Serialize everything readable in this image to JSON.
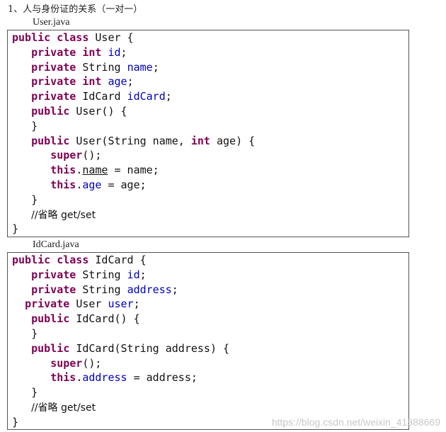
{
  "heading": "1、人与身份证的关系（一对一）",
  "files": [
    {
      "name": "User.java",
      "lines": [
        [
          [
            "kw",
            "public class "
          ],
          [
            "t",
            "User {"
          ]
        ],
        [
          [
            "t",
            "   "
          ],
          [
            "kw",
            "private int "
          ],
          [
            "f",
            "id"
          ],
          [
            "t",
            ";"
          ]
        ],
        [
          [
            "t",
            "   "
          ],
          [
            "kw",
            "private "
          ],
          [
            "t",
            "String "
          ],
          [
            "f",
            "name"
          ],
          [
            "t",
            ";"
          ]
        ],
        [
          [
            "t",
            "   "
          ],
          [
            "kw",
            "private int "
          ],
          [
            "f",
            "age"
          ],
          [
            "t",
            ";"
          ]
        ],
        [
          [
            "t",
            "   "
          ],
          [
            "kw",
            "private "
          ],
          [
            "t",
            "IdCard "
          ],
          [
            "f",
            "idCard"
          ],
          [
            "t",
            ";"
          ]
        ],
        [
          [
            "t",
            "   "
          ],
          [
            "kw",
            "public "
          ],
          [
            "t",
            "User() {"
          ]
        ],
        [
          [
            "t",
            "   }"
          ]
        ],
        [
          [
            "t",
            "   "
          ],
          [
            "kw",
            "public "
          ],
          [
            "t",
            "User(String name, "
          ],
          [
            "kw",
            "int "
          ],
          [
            "t",
            "age) {"
          ]
        ],
        [
          [
            "t",
            "      "
          ],
          [
            "kw",
            "super"
          ],
          [
            "t",
            "();"
          ]
        ],
        [
          [
            "t",
            "      "
          ],
          [
            "kw",
            "this"
          ],
          [
            "t",
            "."
          ],
          [
            "u",
            "name"
          ],
          [
            "t",
            " = name;"
          ]
        ],
        [
          [
            "t",
            "      "
          ],
          [
            "kw",
            "this"
          ],
          [
            "t",
            "."
          ],
          [
            "f",
            "age"
          ],
          [
            "t",
            " = age;"
          ]
        ],
        [
          [
            "t",
            "   }"
          ]
        ],
        [
          [
            "t",
            "   "
          ],
          [
            "c",
            "//省略 get/set"
          ]
        ],
        [
          [
            "t",
            "}"
          ]
        ]
      ]
    },
    {
      "name": "IdCard.java",
      "lines": [
        [
          [
            "kw",
            "public class "
          ],
          [
            "t",
            "IdCard {"
          ]
        ],
        [
          [
            "t",
            "   "
          ],
          [
            "kw",
            "private "
          ],
          [
            "t",
            "String "
          ],
          [
            "f",
            "id"
          ],
          [
            "t",
            ";"
          ]
        ],
        [
          [
            "t",
            "   "
          ],
          [
            "kw",
            "private "
          ],
          [
            "t",
            "String "
          ],
          [
            "f",
            "address"
          ],
          [
            "t",
            ";"
          ]
        ],
        [
          [
            "t",
            "  "
          ],
          [
            "kw",
            "private "
          ],
          [
            "t",
            "User "
          ],
          [
            "f",
            "user"
          ],
          [
            "t",
            ";"
          ]
        ],
        [
          [
            "t",
            "   "
          ],
          [
            "kw",
            "public "
          ],
          [
            "t",
            "IdCard() {"
          ]
        ],
        [
          [
            "t",
            "   }"
          ]
        ],
        [
          [
            "t",
            "   "
          ],
          [
            "kw",
            "public "
          ],
          [
            "t",
            "IdCard(String address) {"
          ]
        ],
        [
          [
            "t",
            "      "
          ],
          [
            "kw",
            "super"
          ],
          [
            "t",
            "();"
          ]
        ],
        [
          [
            "t",
            "      "
          ],
          [
            "kw",
            "this"
          ],
          [
            "t",
            "."
          ],
          [
            "f",
            "address"
          ],
          [
            "t",
            " = address;"
          ]
        ],
        [
          [
            "t",
            "   }"
          ]
        ],
        [
          [
            "t",
            "   "
          ],
          [
            "c",
            "//省略 get/set"
          ]
        ],
        [
          [
            "t",
            "}"
          ]
        ]
      ]
    }
  ],
  "watermark": "https://blog.csdn.net/weixin_41888669"
}
